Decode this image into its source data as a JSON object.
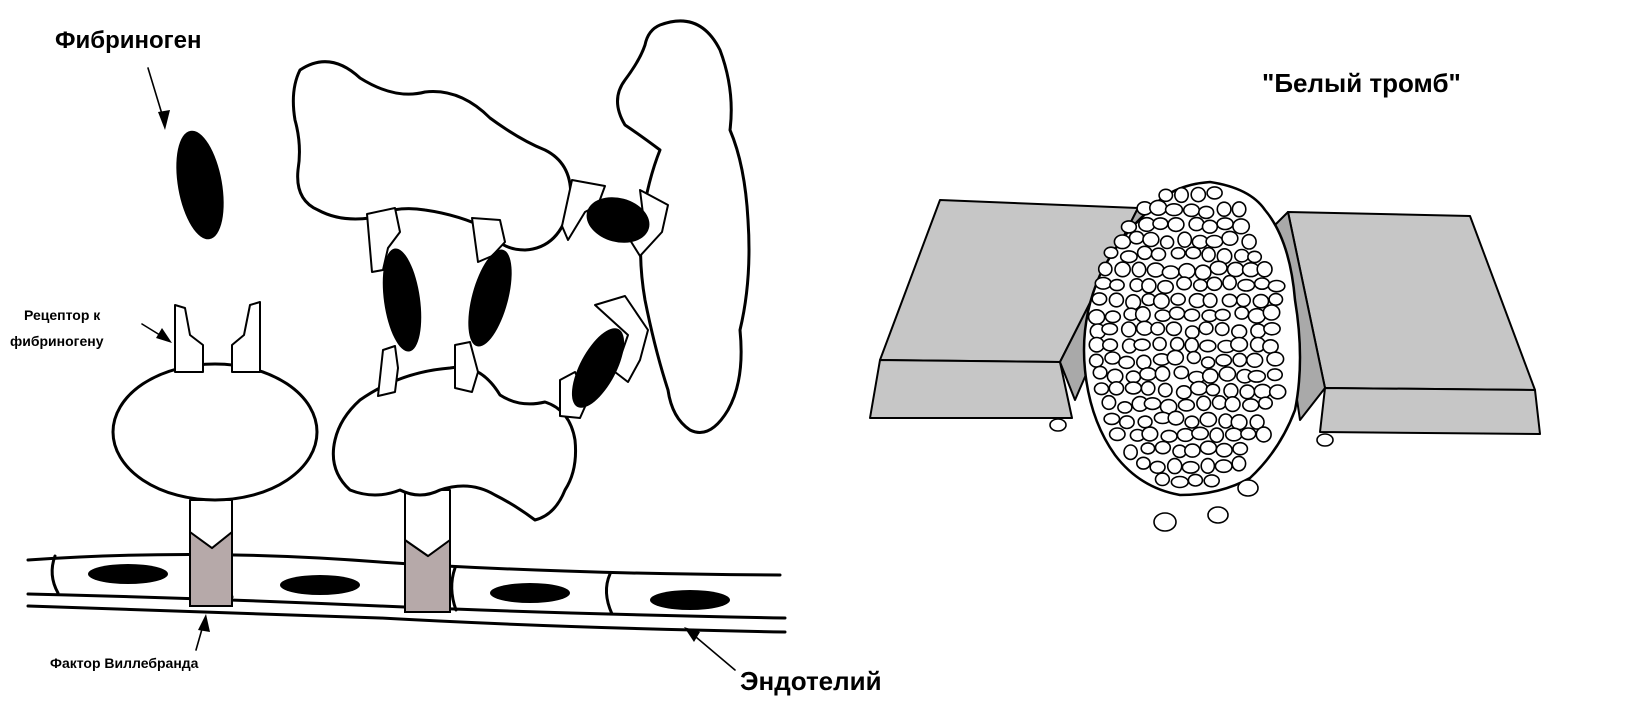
{
  "labels": {
    "fibrinogen": "Фибриноген",
    "receptor_line1": "Рецептор к",
    "receptor_line2": "фибриногену",
    "von_willebrand": "Фактор Виллебранда",
    "endothelium": "Эндотелий",
    "white_thrombus": "\"Белый тромб\""
  },
  "colors": {
    "ink": "#000000",
    "vwf_fill": "#b6a9a9",
    "vessel_wall": "#c6c6c6",
    "vessel_wall_shade": "#a9a9a9"
  }
}
